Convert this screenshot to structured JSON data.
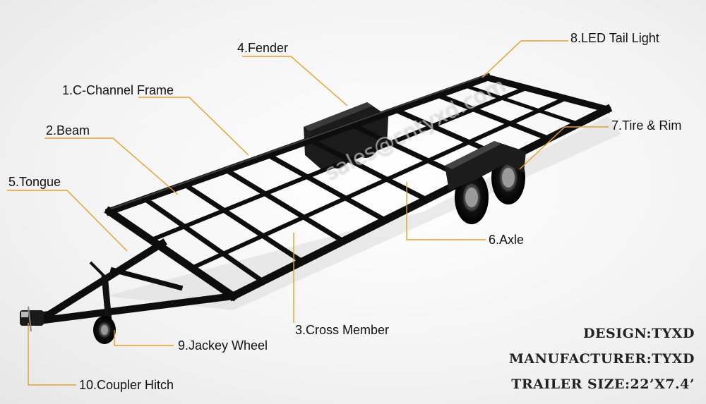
{
  "callouts": {
    "c_channel_frame": "1.C-Channel Frame",
    "beam": "2.Beam",
    "cross_member": "3.Cross Member",
    "fender": "4.Fender",
    "tongue": "5.Tongue",
    "axle": "6.Axle",
    "tire_rim": "7.Tire & Rim",
    "led_tail_light": "8.LED Tail Light",
    "jackey_wheel": "9.Jackey Wheel",
    "coupler_hitch": "10.Coupler Hitch"
  },
  "specs": {
    "design": "DESIGN:TYXD",
    "manufacturer": "MANUFACTURER:TYXD",
    "trailer_size": "TRAILER SIZE:22’X7.4’"
  },
  "watermark": "sales@cntyxd.com",
  "colors": {
    "leader": "#e6a02a",
    "frame": "#0d0d0d",
    "frame_face": "#2a2a2a"
  }
}
